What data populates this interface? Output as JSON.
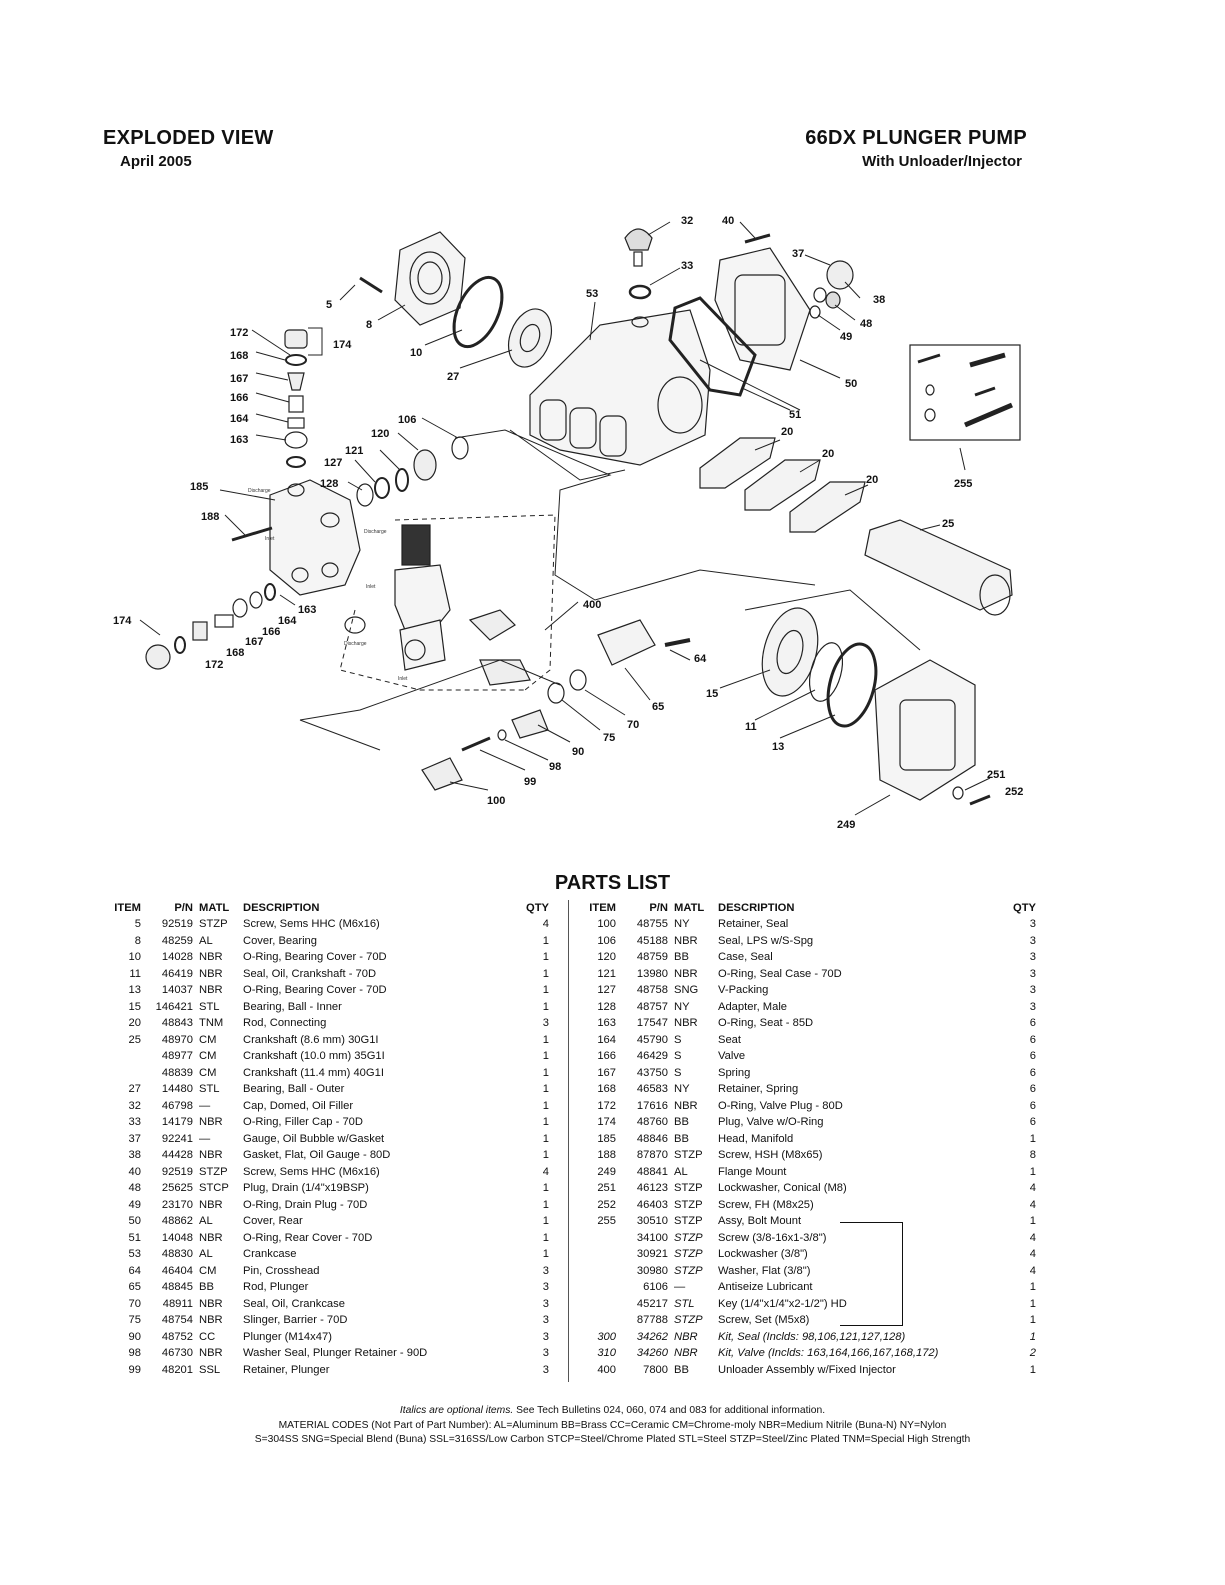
{
  "header": {
    "left_title": "EXPLODED VIEW",
    "left_subtitle": "April 2005",
    "right_title": "66DX PLUNGER PUMP",
    "right_subtitle": "With Unloader/Injector"
  },
  "diagram": {
    "callouts": [
      "5",
      "8",
      "10",
      "27",
      "32",
      "33",
      "40",
      "37",
      "38",
      "48",
      "49",
      "50",
      "51",
      "53",
      "172",
      "174",
      "168",
      "167",
      "166",
      "164",
      "163",
      "185",
      "188",
      "121",
      "127",
      "128",
      "120",
      "106",
      "20",
      "20",
      "20",
      "255",
      "25",
      "400",
      "163",
      "164",
      "166",
      "167",
      "168",
      "172",
      "174",
      "64",
      "65",
      "70",
      "75",
      "90",
      "98",
      "99",
      "100",
      "15",
      "11",
      "13",
      "249",
      "251",
      "252"
    ],
    "small_labels": [
      "Discharge",
      "Discharge",
      "Inlet",
      "Discharge",
      "Inlet",
      "Inlet"
    ]
  },
  "parts_list": {
    "title": "PARTS LIST",
    "columns": {
      "item": "ITEM",
      "pn": "P/N",
      "matl": "MATL",
      "desc": "DESCRIPTION",
      "qty": "QTY"
    },
    "left": [
      {
        "item": "5",
        "pn": "92519",
        "matl": "STZP",
        "desc": "Screw, Sems HHC (M6x16)",
        "qty": "4"
      },
      {
        "item": "8",
        "pn": "48259",
        "matl": "AL",
        "desc": "Cover, Bearing",
        "qty": "1"
      },
      {
        "item": "10",
        "pn": "14028",
        "matl": "NBR",
        "desc": "O-Ring, Bearing Cover - 70D",
        "qty": "1"
      },
      {
        "item": "11",
        "pn": "46419",
        "matl": "NBR",
        "desc": "Seal, Oil, Crankshaft - 70D",
        "qty": "1"
      },
      {
        "item": "13",
        "pn": "14037",
        "matl": "NBR",
        "desc": "O-Ring, Bearing Cover - 70D",
        "qty": "1"
      },
      {
        "item": "15",
        "pn": "146421",
        "matl": "STL",
        "desc": "Bearing, Ball - Inner",
        "qty": "1"
      },
      {
        "item": "20",
        "pn": "48843",
        "matl": "TNM",
        "desc": "Rod, Connecting",
        "qty": "3"
      },
      {
        "item": "25",
        "pn": "48970",
        "matl": "CM",
        "desc": "Crankshaft (8.6 mm) 30G1I",
        "qty": "1"
      },
      {
        "item": "",
        "pn": "48977",
        "matl": "CM",
        "desc": "Crankshaft (10.0 mm) 35G1I",
        "qty": "1"
      },
      {
        "item": "",
        "pn": "48839",
        "matl": "CM",
        "desc": "Crankshaft (11.4 mm) 40G1I",
        "qty": "1"
      },
      {
        "item": "27",
        "pn": "14480",
        "matl": "STL",
        "desc": "Bearing, Ball - Outer",
        "qty": "1"
      },
      {
        "item": "32",
        "pn": "46798",
        "matl": "—",
        "desc": "Cap, Domed, Oil Filler",
        "qty": "1"
      },
      {
        "item": "33",
        "pn": "14179",
        "matl": "NBR",
        "desc": "O-Ring, Filler Cap - 70D",
        "qty": "1"
      },
      {
        "item": "37",
        "pn": "92241",
        "matl": "—",
        "desc": "Gauge, Oil Bubble w/Gasket",
        "qty": "1"
      },
      {
        "item": "38",
        "pn": "44428",
        "matl": "NBR",
        "desc": "Gasket, Flat, Oil Gauge - 80D",
        "qty": "1"
      },
      {
        "item": "40",
        "pn": "92519",
        "matl": "STZP",
        "desc": "Screw, Sems HHC (M6x16)",
        "qty": "4"
      },
      {
        "item": "48",
        "pn": "25625",
        "matl": "STCP",
        "desc": "Plug, Drain (1/4\"x19BSP)",
        "qty": "1"
      },
      {
        "item": "49",
        "pn": "23170",
        "matl": "NBR",
        "desc": "O-Ring, Drain Plug - 70D",
        "qty": "1"
      },
      {
        "item": "50",
        "pn": "48862",
        "matl": "AL",
        "desc": "Cover, Rear",
        "qty": "1"
      },
      {
        "item": "51",
        "pn": "14048",
        "matl": "NBR",
        "desc": "O-Ring, Rear Cover - 70D",
        "qty": "1"
      },
      {
        "item": "53",
        "pn": "48830",
        "matl": "AL",
        "desc": "Crankcase",
        "qty": "1"
      },
      {
        "item": "64",
        "pn": "46404",
        "matl": "CM",
        "desc": "Pin, Crosshead",
        "qty": "3"
      },
      {
        "item": "65",
        "pn": "48845",
        "matl": "BB",
        "desc": "Rod, Plunger",
        "qty": "3"
      },
      {
        "item": "70",
        "pn": "48911",
        "matl": "NBR",
        "desc": "Seal, Oil, Crankcase",
        "qty": "3"
      },
      {
        "item": "75",
        "pn": "48754",
        "matl": "NBR",
        "desc": "Slinger, Barrier - 70D",
        "qty": "3"
      },
      {
        "item": "90",
        "pn": "48752",
        "matl": "CC",
        "desc": "Plunger (M14x47)",
        "qty": "3"
      },
      {
        "item": "98",
        "pn": "46730",
        "matl": "NBR",
        "desc": "Washer Seal, Plunger Retainer - 90D",
        "qty": "3"
      },
      {
        "item": "99",
        "pn": "48201",
        "matl": "SSL",
        "desc": "Retainer, Plunger",
        "qty": "3"
      }
    ],
    "right": [
      {
        "item": "100",
        "pn": "48755",
        "matl": "NY",
        "desc": "Retainer, Seal",
        "qty": "3"
      },
      {
        "item": "106",
        "pn": "45188",
        "matl": "NBR",
        "desc": "Seal, LPS w/S-Spg",
        "qty": "3"
      },
      {
        "item": "120",
        "pn": "48759",
        "matl": "BB",
        "desc": "Case, Seal",
        "qty": "3"
      },
      {
        "item": "121",
        "pn": "13980",
        "matl": "NBR",
        "desc": "O-Ring, Seal Case - 70D",
        "qty": "3"
      },
      {
        "item": "127",
        "pn": "48758",
        "matl": "SNG",
        "desc": "V-Packing",
        "qty": "3"
      },
      {
        "item": "128",
        "pn": "48757",
        "matl": "NY",
        "desc": "Adapter, Male",
        "qty": "3"
      },
      {
        "item": "163",
        "pn": "17547",
        "matl": "NBR",
        "desc": "O-Ring, Seat - 85D",
        "qty": "6"
      },
      {
        "item": "164",
        "pn": "45790",
        "matl": "S",
        "desc": "Seat",
        "qty": "6"
      },
      {
        "item": "166",
        "pn": "46429",
        "matl": "S",
        "desc": "Valve",
        "qty": "6"
      },
      {
        "item": "167",
        "pn": "43750",
        "matl": "S",
        "desc": "Spring",
        "qty": "6"
      },
      {
        "item": "168",
        "pn": "46583",
        "matl": "NY",
        "desc": "Retainer, Spring",
        "qty": "6"
      },
      {
        "item": "172",
        "pn": "17616",
        "matl": "NBR",
        "desc": "O-Ring, Valve Plug - 80D",
        "qty": "6"
      },
      {
        "item": "174",
        "pn": "48760",
        "matl": "BB",
        "desc": "Plug, Valve w/O-Ring",
        "qty": "6"
      },
      {
        "item": "185",
        "pn": "48846",
        "matl": "BB",
        "desc": "Head, Manifold",
        "qty": "1"
      },
      {
        "item": "188",
        "pn": "87870",
        "matl": "STZP",
        "desc": "Screw, HSH (M8x65)",
        "qty": "8"
      },
      {
        "item": "249",
        "pn": "48841",
        "matl": "AL",
        "desc": "Flange Mount",
        "qty": "1"
      },
      {
        "item": "251",
        "pn": "46123",
        "matl": "STZP",
        "desc": "Lockwasher, Conical (M8)",
        "qty": "4"
      },
      {
        "item": "252",
        "pn": "46403",
        "matl": "STZP",
        "desc": "Screw, FH (M8x25)",
        "qty": "4"
      },
      {
        "item": "255",
        "pn": "30510",
        "matl": "STZP",
        "desc": "Assy, Bolt Mount",
        "qty": "1"
      },
      {
        "item": "",
        "pn": "34100",
        "matl": "STZP",
        "desc": "Screw (3/8-16x1-3/8\")",
        "qty": "4",
        "italic_matl": true
      },
      {
        "item": "",
        "pn": "30921",
        "matl": "STZP",
        "desc": "Lockwasher (3/8\")",
        "qty": "4",
        "italic_matl": true
      },
      {
        "item": "",
        "pn": "30980",
        "matl": "STZP",
        "desc": "Washer, Flat (3/8\")",
        "qty": "4",
        "italic_matl": true
      },
      {
        "item": "",
        "pn": "6106",
        "matl": "—",
        "desc": "Antiseize Lubricant",
        "qty": "1"
      },
      {
        "item": "",
        "pn": "45217",
        "matl": "STL",
        "desc": "Key (1/4\"x1/4\"x2-1/2\") HD",
        "qty": "1",
        "italic_matl": true
      },
      {
        "item": "",
        "pn": "87788",
        "matl": "STZP",
        "desc": "Screw, Set (M5x8)",
        "qty": "1",
        "italic_matl": true
      },
      {
        "item": "300",
        "pn": "34262",
        "matl": "NBR",
        "desc": "Kit, Seal (Inclds: 98,106,121,127,128)",
        "qty": "1",
        "optional": true
      },
      {
        "item": "310",
        "pn": "34260",
        "matl": "NBR",
        "desc": "Kit, Valve (Inclds: 163,164,166,167,168,172)",
        "qty": "2",
        "optional": true
      },
      {
        "item": "400",
        "pn": "7800",
        "matl": "BB",
        "desc": "Unloader Assembly w/Fixed Injector",
        "qty": "1"
      }
    ]
  },
  "footnotes": {
    "line1_italic": "Italics are optional items.",
    "line1_rest": "See Tech Bulletins 024, 060, 074 and 083 for additional information.",
    "line2": "MATERIAL CODES (Not Part of Part Number):  AL=Aluminum  BB=Brass  CC=Ceramic  CM=Chrome-moly  NBR=Medium Nitrile (Buna-N)  NY=Nylon",
    "line3": "S=304SS  SNG=Special Blend (Buna)  SSL=316SS/Low Carbon  STCP=Steel/Chrome Plated  STL=Steel  STZP=Steel/Zinc Plated  TNM=Special High Strength"
  }
}
